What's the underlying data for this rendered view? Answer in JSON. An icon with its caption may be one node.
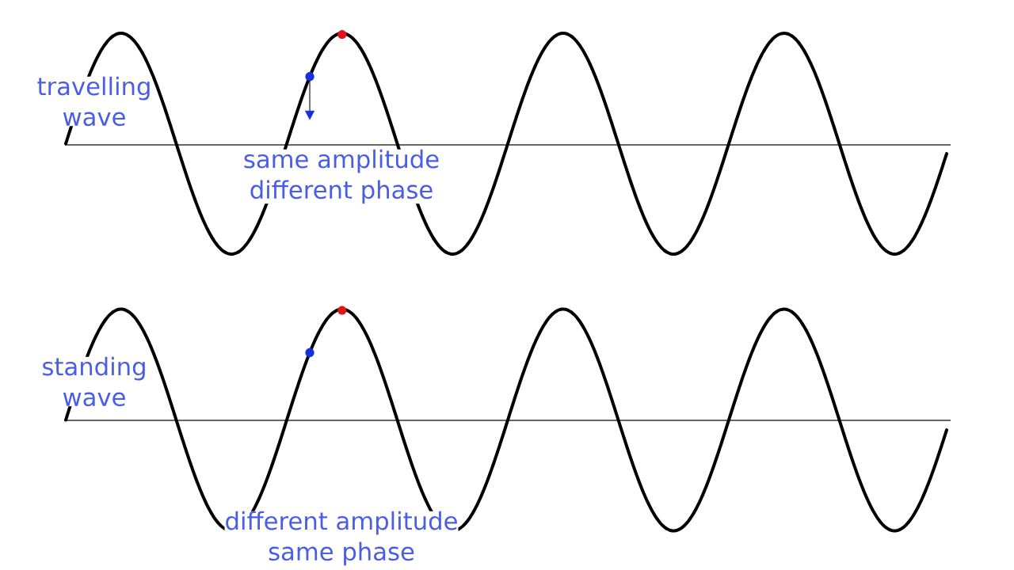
{
  "diagram": {
    "labels": [
      "travelling wave",
      "same amplitude different phase",
      "standing wave",
      "different amplitude same phase"
    ]
  }
}
